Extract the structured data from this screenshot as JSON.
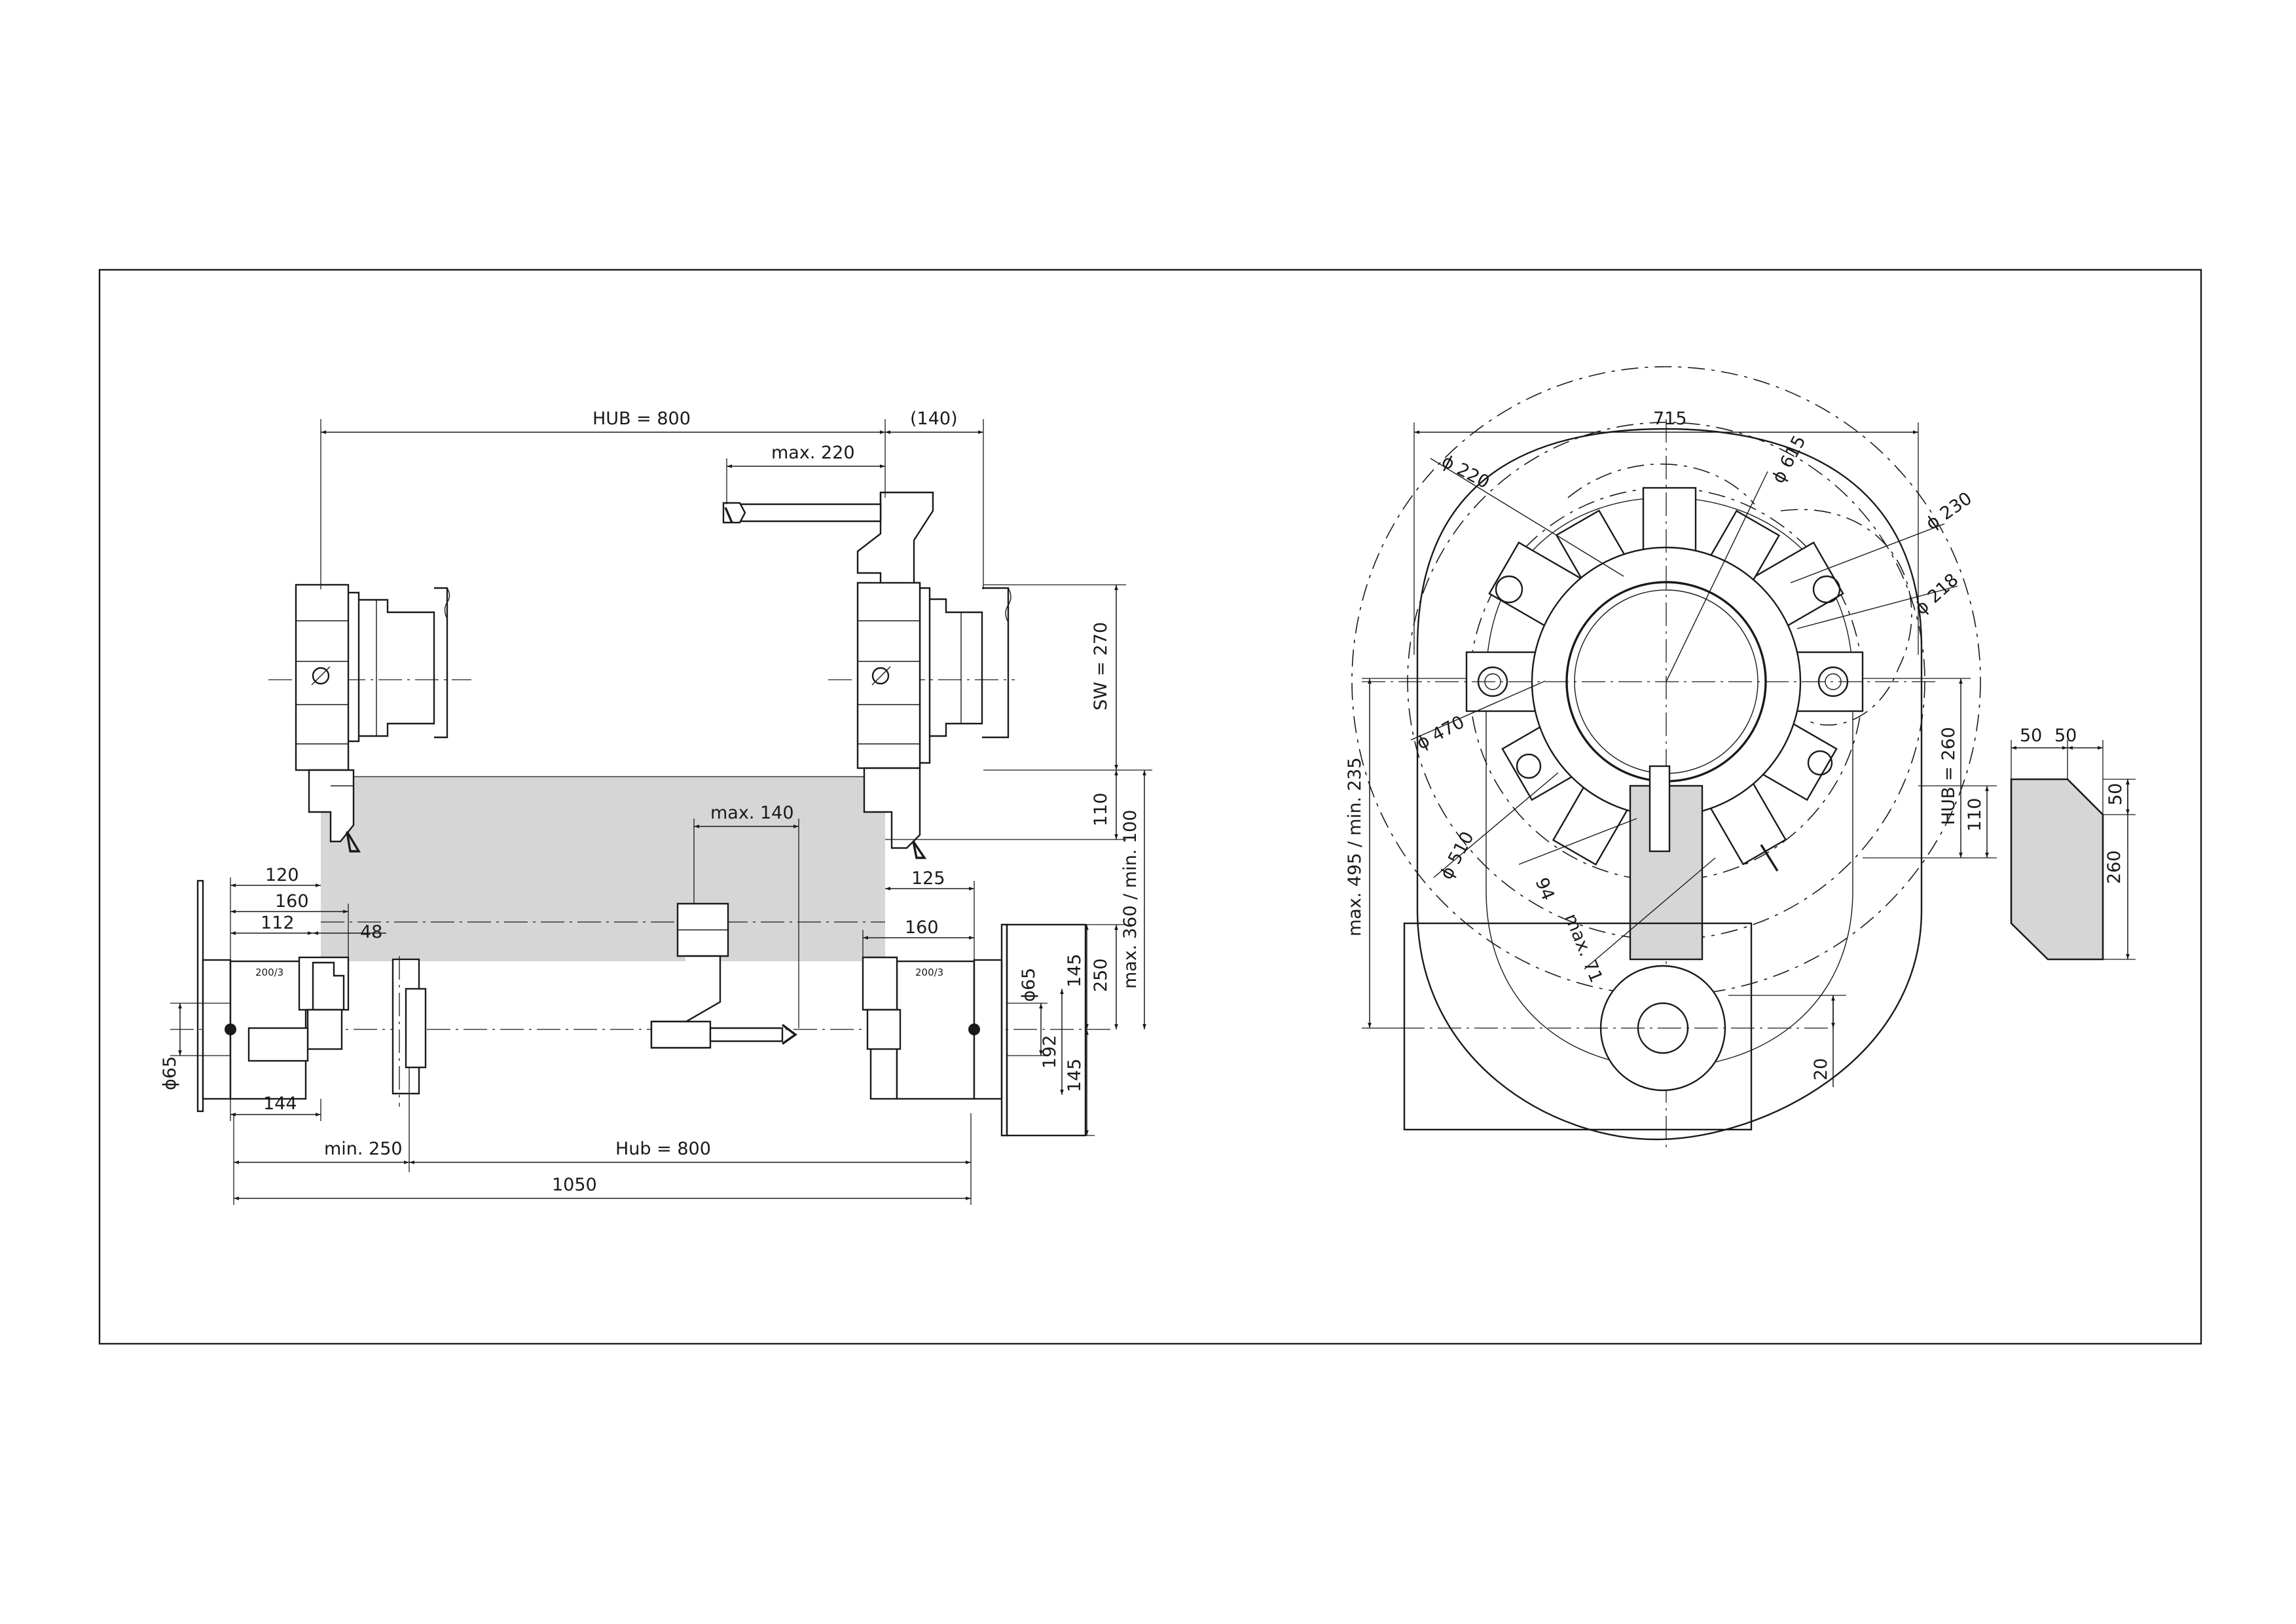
{
  "colors": {
    "line": "#1a1a1a",
    "work_area_fill": "#d6d6d6",
    "tool_fill": "#d6d6d6",
    "background": "#ffffff"
  },
  "side_view": {
    "hub_top": "HUB = 800",
    "offset_140": "(140)",
    "max_220": "max. 220",
    "sw_270": "SW = 270",
    "dim_110": "110",
    "max_360_min_100": "max. 360 / min. 100",
    "max_140": "max. 140",
    "dim_250": "250",
    "dim_120": "120",
    "dim_160_left": "160",
    "dim_112": "112",
    "dim_48": "48",
    "dim_125": "125",
    "dim_160_right": "160",
    "chuck_label_left": "200/3",
    "chuck_label_right": "200/3",
    "phi65_left": "ϕ65",
    "phi65_right": "ϕ65",
    "dim_145_top": "145",
    "dim_192": "192",
    "dim_145_bottom": "145",
    "dim_144": "144",
    "min_250": "min. 250",
    "hub_800_bottom": "Hub =  800",
    "dim_1050": "1050"
  },
  "turret_view": {
    "dim_715": "715",
    "phi220": "ϕ 220",
    "phi615": "ϕ 615",
    "phi230": "ϕ 230",
    "phi218": "ϕ 218",
    "phi470": "ϕ 470",
    "phi510": "ϕ 510",
    "max_495_min_235": "max.  495 / min. 235",
    "hub_260": "HUB = 260",
    "dim_110": "110",
    "dim_94": "94",
    "max_71": "max. 71",
    "dim_20": "20"
  },
  "tool_profile": {
    "dim_50_a": "50",
    "dim_50_b": "50",
    "dim_50_c": "50",
    "dim_260": "260"
  }
}
